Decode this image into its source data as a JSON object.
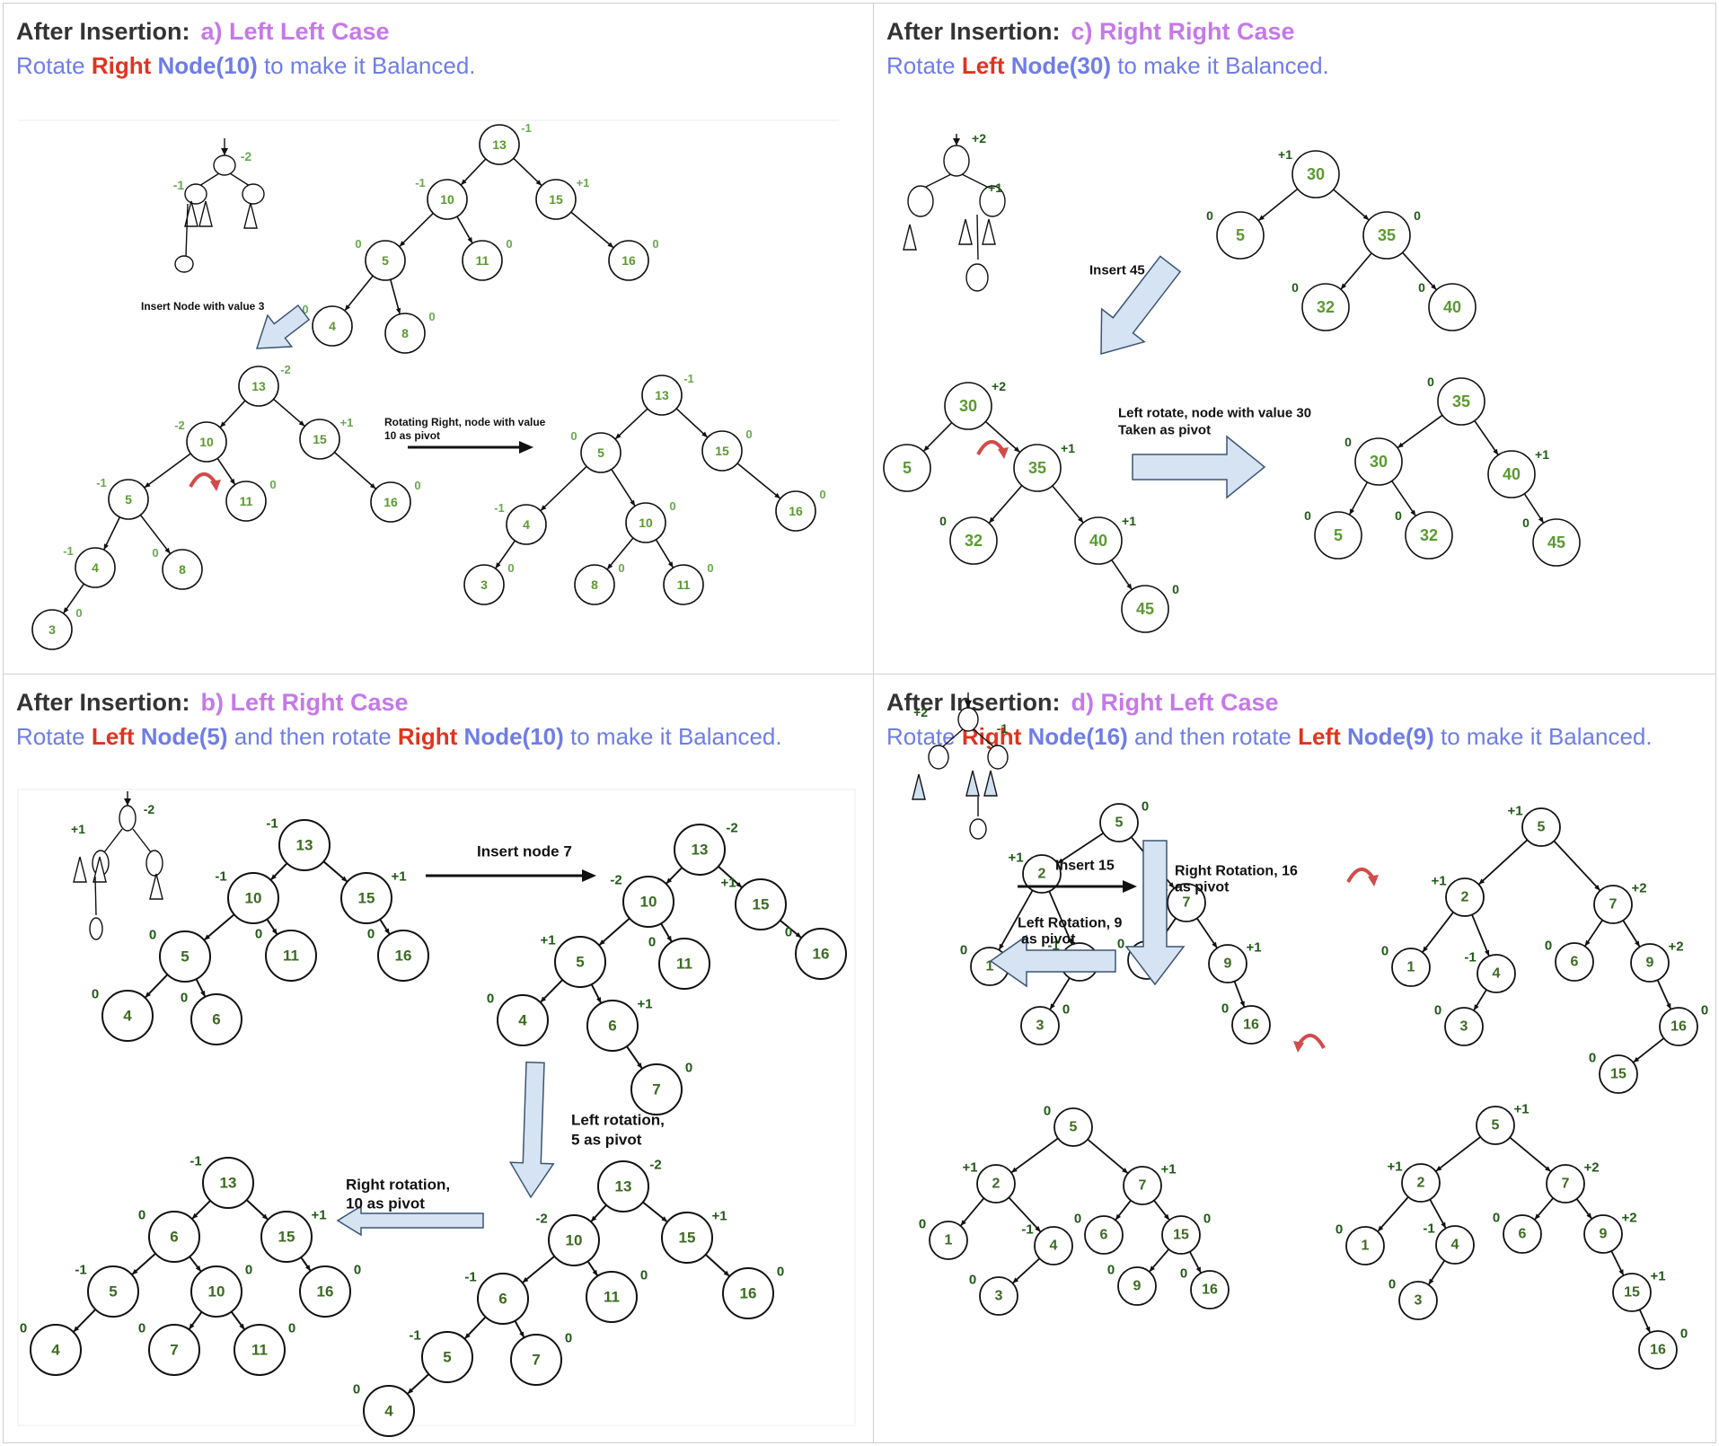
{
  "panels": [
    {
      "heading_label": "After Insertion:",
      "case_label": "a) Left Left Case",
      "desc": [
        {
          "text": "Rotate ",
          "kind": "plain"
        },
        {
          "text": "Right",
          "kind": "dir"
        },
        {
          "text": " ",
          "kind": "plain"
        },
        {
          "text": "Node(10)",
          "kind": "node"
        },
        {
          "text": " to make it Balanced.",
          "kind": "plain"
        }
      ],
      "annotations": [
        {
          "text": "Insert Node with value 3"
        },
        {
          "text": "Rotating Right, node with value"
        },
        {
          "text": "10 as pivot"
        }
      ],
      "trees": [
        {
          "nodes": [
            [
              "13",
              "-1"
            ],
            [
              "10",
              "-1"
            ],
            [
              "15",
              "+1"
            ],
            [
              "5",
              "0"
            ],
            [
              "11",
              "0"
            ],
            [
              "16",
              "0"
            ],
            [
              "4",
              "0"
            ],
            [
              "8",
              "0"
            ]
          ]
        },
        {
          "nodes": [
            [
              "13",
              "-2"
            ],
            [
              "10",
              "-2"
            ],
            [
              "15",
              "+1"
            ],
            [
              "5",
              "-1"
            ],
            [
              "11",
              "0"
            ],
            [
              "16",
              "0"
            ],
            [
              "4",
              "-1"
            ],
            [
              "8",
              "0"
            ],
            [
              "3",
              "0"
            ]
          ]
        },
        {
          "nodes": [
            [
              "13",
              "-1"
            ],
            [
              "5",
              "0"
            ],
            [
              "15",
              "0"
            ],
            [
              "4",
              "-1"
            ],
            [
              "10",
              "0"
            ],
            [
              "16",
              "0"
            ],
            [
              "3",
              "0"
            ],
            [
              "8",
              "0"
            ],
            [
              "11",
              "0"
            ]
          ]
        }
      ],
      "sketch_factors": [
        "-2",
        "-1"
      ]
    },
    {
      "heading_label": "After Insertion:",
      "case_label": "c) Right Right Case",
      "desc": [
        {
          "text": "Rotate ",
          "kind": "plain"
        },
        {
          "text": "Left",
          "kind": "dir"
        },
        {
          "text": " ",
          "kind": "plain"
        },
        {
          "text": "Node(30)",
          "kind": "node"
        },
        {
          "text": " to make it Balanced.",
          "kind": "plain"
        }
      ],
      "annotations": [
        {
          "text": "Insert 45"
        },
        {
          "text": "Left rotate, node with value 30"
        },
        {
          "text": "Taken as pivot"
        }
      ],
      "trees": [
        {
          "nodes": [
            [
              "30",
              "+1"
            ],
            [
              "5",
              "0"
            ],
            [
              "35",
              "0"
            ],
            [
              "32",
              "0"
            ],
            [
              "40",
              "0"
            ]
          ]
        },
        {
          "nodes": [
            [
              "30",
              "+2"
            ],
            [
              "5",
              ""
            ],
            [
              "35",
              "+1"
            ],
            [
              "32",
              "0"
            ],
            [
              "40",
              "+1"
            ],
            [
              "45",
              "0"
            ]
          ]
        },
        {
          "nodes": [
            [
              "35",
              "0"
            ],
            [
              "30",
              "0"
            ],
            [
              "40",
              "+1"
            ],
            [
              "5",
              "0"
            ],
            [
              "32",
              "0"
            ],
            [
              "45",
              "0"
            ]
          ]
        }
      ],
      "sketch_factors": [
        "+2",
        "+1"
      ]
    },
    {
      "heading_label": "After Insertion:",
      "case_label": "b) Left Right Case",
      "desc": [
        {
          "text": "Rotate ",
          "kind": "plain"
        },
        {
          "text": "Left",
          "kind": "dir"
        },
        {
          "text": " ",
          "kind": "plain"
        },
        {
          "text": "Node(5)",
          "kind": "node"
        },
        {
          "text": " and then rotate ",
          "kind": "plain"
        },
        {
          "text": "Right",
          "kind": "dir"
        },
        {
          "text": " ",
          "kind": "plain"
        },
        {
          "text": "Node(10)",
          "kind": "node"
        },
        {
          "text": " to make it Balanced.",
          "kind": "plain"
        }
      ],
      "annotations": [
        {
          "text": "Insert node 7"
        },
        {
          "text": "Left rotation,"
        },
        {
          "text": "5 as pivot"
        },
        {
          "text": "Right rotation,"
        },
        {
          "text": "10 as pivot"
        }
      ],
      "trees": [
        {
          "nodes": [
            [
              "13",
              "-1"
            ],
            [
              "10",
              "-1"
            ],
            [
              "15",
              "+1"
            ],
            [
              "5",
              "0"
            ],
            [
              "11",
              "0"
            ],
            [
              "16",
              "0"
            ],
            [
              "4",
              "0"
            ],
            [
              "6",
              "0"
            ]
          ]
        },
        {
          "nodes": [
            [
              "13",
              "-2"
            ],
            [
              "10",
              "-2"
            ],
            [
              "15",
              "+1"
            ],
            [
              "5",
              "+1"
            ],
            [
              "11",
              "0"
            ],
            [
              "16",
              "0"
            ],
            [
              "4",
              "0"
            ],
            [
              "6",
              "+1"
            ],
            [
              "7",
              "0"
            ]
          ]
        },
        {
          "nodes": [
            [
              "13",
              "-2"
            ],
            [
              "10",
              "-2"
            ],
            [
              "15",
              "+1"
            ],
            [
              "6",
              "-1"
            ],
            [
              "11",
              "0"
            ],
            [
              "16",
              "0"
            ],
            [
              "5",
              "-1"
            ],
            [
              "7",
              "0"
            ],
            [
              "4",
              "0"
            ]
          ]
        },
        {
          "nodes": [
            [
              "13",
              "-1"
            ],
            [
              "6",
              "0"
            ],
            [
              "15",
              "+1"
            ],
            [
              "5",
              "-1"
            ],
            [
              "10",
              "0"
            ],
            [
              "16",
              "0"
            ],
            [
              "4",
              "0"
            ],
            [
              "7",
              "0"
            ],
            [
              "11",
              "0"
            ]
          ]
        }
      ],
      "sketch_factors": [
        "-2",
        "+1"
      ]
    },
    {
      "heading_label": "After Insertion:",
      "case_label": "d) Right Left Case",
      "desc": [
        {
          "text": "Rotate ",
          "kind": "plain"
        },
        {
          "text": "Right",
          "kind": "dir"
        },
        {
          "text": " ",
          "kind": "plain"
        },
        {
          "text": "Node(16)",
          "kind": "node"
        },
        {
          "text": " and then rotate ",
          "kind": "plain"
        },
        {
          "text": "Left",
          "kind": "dir"
        },
        {
          "text": " ",
          "kind": "plain"
        },
        {
          "text": "Node(9)",
          "kind": "node"
        },
        {
          "text": " to make it Balanced.",
          "kind": "plain"
        }
      ],
      "annotations": [
        {
          "text": "Insert 15"
        },
        {
          "text": "Right Rotation, 16"
        },
        {
          "text": "as pivot"
        },
        {
          "text": "Left Rotation, 9"
        },
        {
          "text": "as pivot"
        }
      ],
      "trees": [
        {
          "nodes": [
            [
              "5",
              "0"
            ],
            [
              "2",
              "+1"
            ],
            [
              "7",
              "+1"
            ],
            [
              "1",
              "0"
            ],
            [
              "4",
              "-1"
            ],
            [
              "6",
              "0"
            ],
            [
              "9",
              "+1"
            ],
            [
              "3",
              "0"
            ],
            [
              "16",
              "0"
            ]
          ]
        },
        {
          "nodes": [
            [
              "5",
              "+1"
            ],
            [
              "2",
              "+1"
            ],
            [
              "7",
              "+2"
            ],
            [
              "1",
              "0"
            ],
            [
              "4",
              "-1"
            ],
            [
              "6",
              "0"
            ],
            [
              "9",
              "+2"
            ],
            [
              "3",
              "0"
            ],
            [
              "16",
              "0"
            ],
            [
              "15",
              "0"
            ]
          ]
        },
        {
          "nodes": [
            [
              "5",
              "+1"
            ],
            [
              "2",
              "+1"
            ],
            [
              "7",
              "+2"
            ],
            [
              "1",
              "0"
            ],
            [
              "4",
              "-1"
            ],
            [
              "6",
              "0"
            ],
            [
              "9",
              "+2"
            ],
            [
              "3",
              "0"
            ],
            [
              "15",
              "+1"
            ],
            [
              "16",
              "0"
            ]
          ]
        },
        {
          "nodes": [
            [
              "5",
              "0"
            ],
            [
              "2",
              "+1"
            ],
            [
              "7",
              "+1"
            ],
            [
              "1",
              "0"
            ],
            [
              "4",
              "-1"
            ],
            [
              "6",
              "0"
            ],
            [
              "15",
              "0"
            ],
            [
              "3",
              "0"
            ],
            [
              "9",
              "0"
            ],
            [
              "16",
              "0"
            ]
          ]
        }
      ],
      "sketch_factors": [
        "+2",
        "-1"
      ]
    }
  ],
  "colors": {
    "node_label": "#5a9a2f",
    "factor_a": "#6aa84f",
    "factor_b": "#1f5a16",
    "arrow_fill": "#d6e3f3",
    "arrow_stroke": "#3b5573",
    "rotate_icon": "#d24b4b",
    "heading_dir": "#e0341f",
    "heading_node": "#6e7de8",
    "heading_case": "#c579e8"
  }
}
